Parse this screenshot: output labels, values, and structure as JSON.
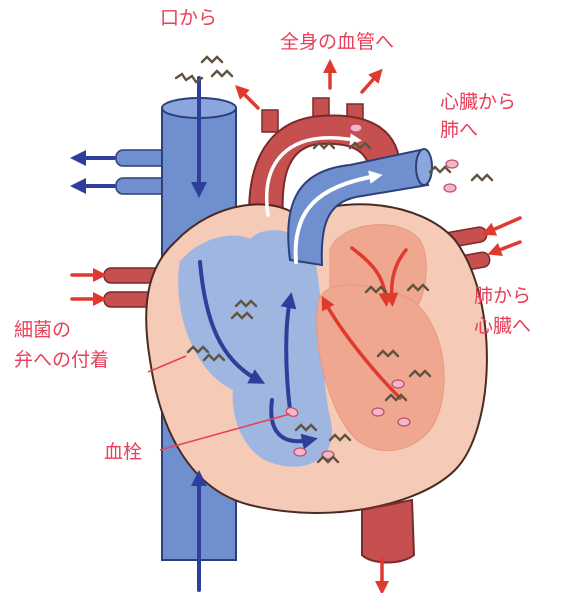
{
  "labels": {
    "from_mouth": "口から",
    "to_body": "全身の血管へ",
    "heart_to_lung_1": "心臓から",
    "heart_to_lung_2": "肺へ",
    "lung_to_heart_1": "肺から",
    "lung_to_heart_2": "心臓へ",
    "bacteria_1": "細菌の",
    "bacteria_2": "弁への付着",
    "embolus": "血栓"
  },
  "colors": {
    "label_text": "#e8405a",
    "vena_cava": "#6f8fcf",
    "blue_flow": "#2d3f9a",
    "red_flow": "#e03a2f",
    "aorta": "#c6504f",
    "pericardium": "#f5cbb8",
    "right_chamber": "#9eb6e0",
    "left_chamber": "#f0a78f",
    "clot": "#f3b8c8",
    "bacteria": "#8a7d63"
  }
}
